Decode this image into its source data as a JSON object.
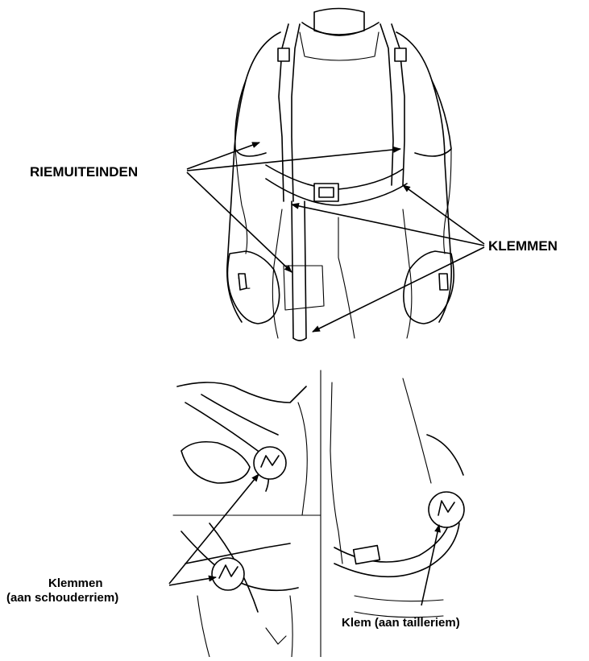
{
  "labels": {
    "strap_ends": "RIEMUITEINDEN",
    "clamps": "KLEMMEN",
    "clamps_shoulder_line1": "Klemmen",
    "clamps_shoulder_line2": "(aan schouderriem)",
    "clamp_waist": "Klem (aan tailleriem)"
  }
}
